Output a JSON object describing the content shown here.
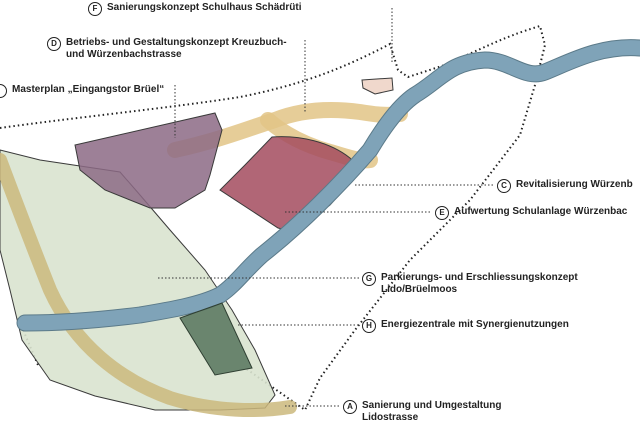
{
  "labels": {
    "F": {
      "letter": "F",
      "line1": "Sanierungskonzept Schulhaus Schädrüti"
    },
    "D": {
      "letter": "D",
      "line1": "Betriebs- und Gestaltungskonzept Kreuzbuch-",
      "line2": "und Würzenbachstrasse"
    },
    "B": {
      "line1": "Masterplan „Eingangstor Brüel“"
    },
    "C": {
      "letter": "C",
      "line1": "Revitalisierung Würzenb"
    },
    "E": {
      "letter": "E",
      "line1": "Aufwertung Schulanlage Würzenbac"
    },
    "G": {
      "letter": "G",
      "line1": "Parkierungs- und Erschliessungskonzept",
      "line2": "Lido/Brüelmoos"
    },
    "H": {
      "letter": "H",
      "line1": "Energiezentrale mit Synergienutzungen"
    },
    "A": {
      "letter": "A",
      "line1": "Sanierung und Umgestaltung",
      "line2": "Lidostrasse"
    }
  },
  "colors": {
    "lido_area": "#d9e3cf",
    "masterplan_area": "#8c6a85",
    "school_area": "#a34b5e",
    "energy_area": "#56735c",
    "road": "#d9ba7a",
    "river": "#7fa3b8",
    "outline": "#222222"
  }
}
